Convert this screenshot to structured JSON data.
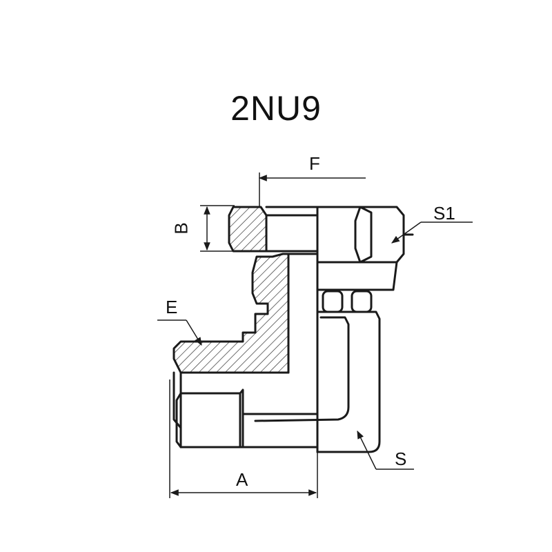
{
  "title": "2NU9",
  "labels": {
    "f": "F",
    "b": "B",
    "s1": "S1",
    "e": "E",
    "s": "S",
    "a": "A"
  }
}
